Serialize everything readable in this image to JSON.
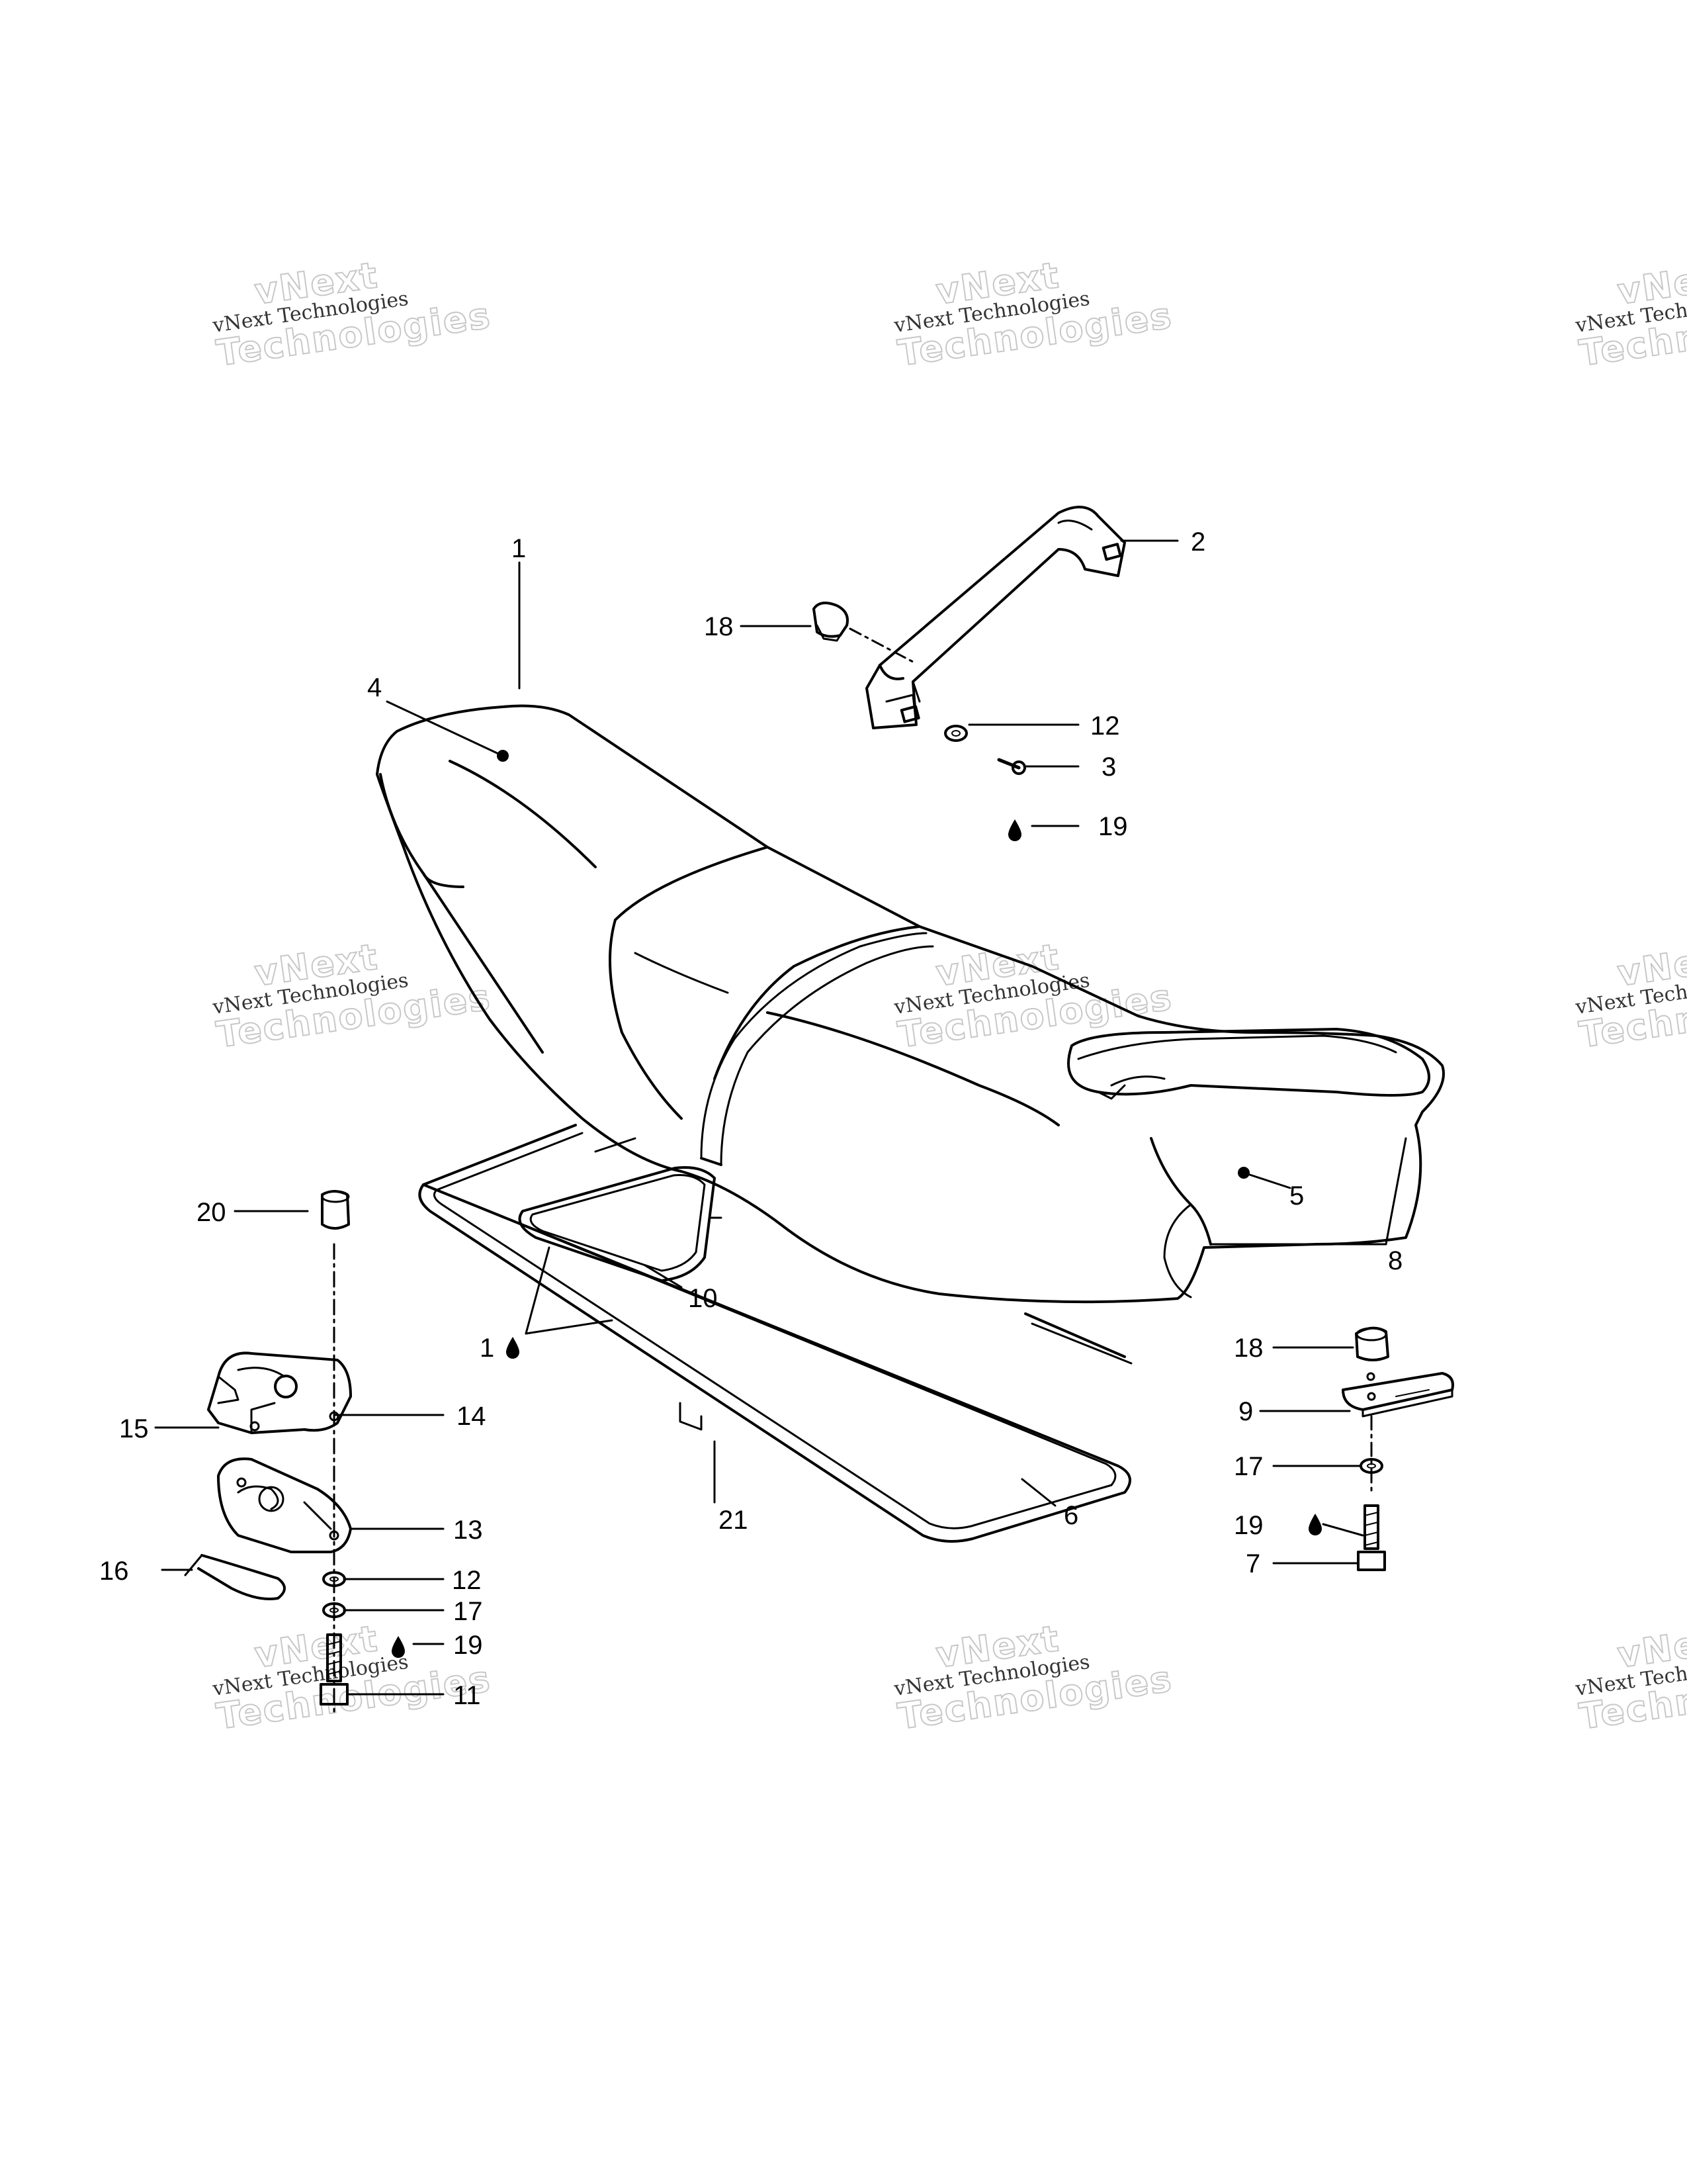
{
  "watermark": {
    "brand_top": "vNext",
    "brand_line": "vNext Technologies",
    "brand_bottom": "Technologies"
  },
  "callouts": {
    "c1_top": "1",
    "c2": "2",
    "c3": "3",
    "c4": "4",
    "c5": "5",
    "c6": "6",
    "c7": "7",
    "c8": "8",
    "c9": "9",
    "c10": "10",
    "c11": "11",
    "c12_upper": "12",
    "c12_lower": "12",
    "c13": "13",
    "c14": "14",
    "c15": "15",
    "c16": "16",
    "c17_left": "17",
    "c17_right": "17",
    "c18_upper": "18",
    "c18_lower": "18",
    "c19_upper": "19",
    "c19_left": "19",
    "c19_right": "19",
    "c20": "20",
    "c21": "21",
    "c1_lower": "1"
  },
  "symbols": {
    "adhesive_icon": "drop-icon"
  }
}
